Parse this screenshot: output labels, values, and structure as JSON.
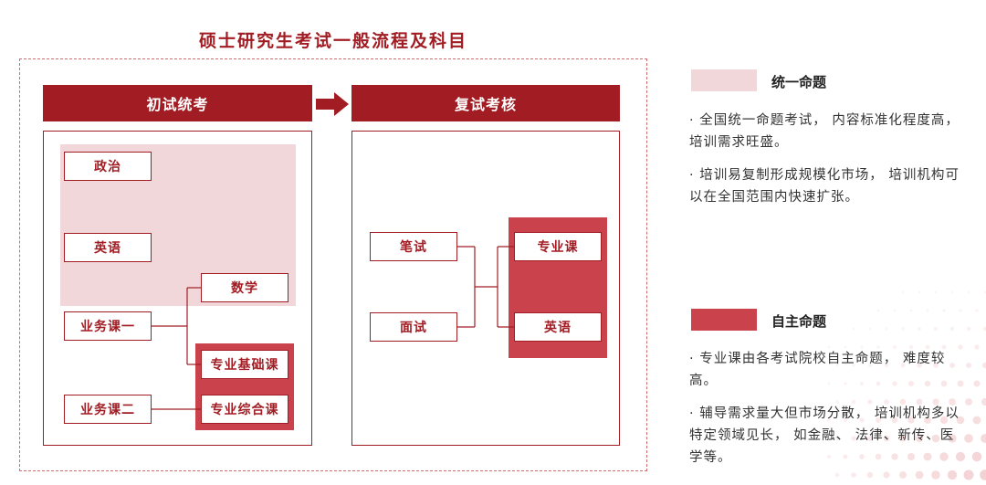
{
  "title": "硕士研究生考试一般流程及科目",
  "stages": {
    "first": "初试统考",
    "second": "复试考核"
  },
  "first_exam": {
    "politics": "政治",
    "english": "英语",
    "course_one": "业务课一",
    "course_two": "业务课二",
    "math": "数学",
    "major_basic": "专业基础课",
    "major_comprehensive": "专业综合课"
  },
  "second_exam": {
    "written": "笔试",
    "interview": "面试",
    "major_course": "专业课",
    "english": "英语"
  },
  "legend": {
    "unified": {
      "label": "统一命题",
      "color": "#f1d7d9",
      "points": [
        "· 全国统一命题考试， 内容标准化程度高， 培训需求旺盛。",
        "· 培训易复制形成规模化市场， 培训机构可以在全国范围内快速扩张。"
      ]
    },
    "autonomous": {
      "label": "自主命题",
      "color": "#c9424c",
      "points": [
        "· 专业课由各考试院校自主命题， 难度较高。",
        "· 辅导需求量大但市场分散， 培训机构多以特定领域见长， 如金融、 法律、新传、医学等。"
      ]
    }
  },
  "colors": {
    "accent": "#a11d23",
    "unified_fill": "#f1d7d9",
    "autonomous_fill": "#c9424c"
  }
}
